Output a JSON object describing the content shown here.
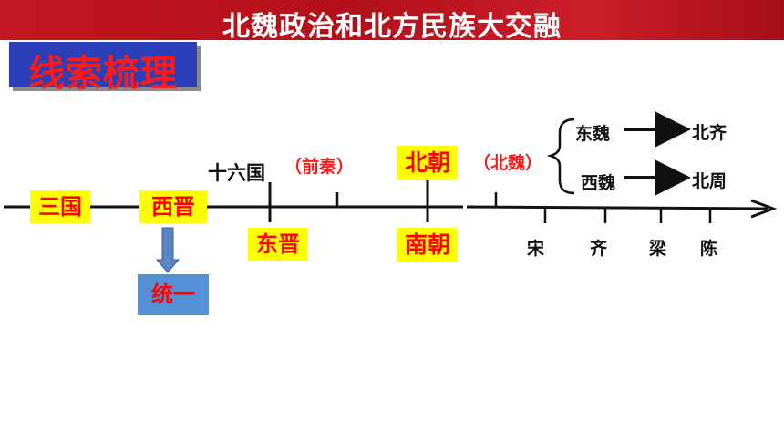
{
  "header": {
    "title": "北魏政治和北方民族大交融"
  },
  "section": {
    "label": "线索梳理"
  },
  "timeline": {
    "sanguo": "三国",
    "xijin": "西晋",
    "tongyi": "统一",
    "shiliuguo": "十六国",
    "qianqin": "（前秦）",
    "dongjin": "东晋",
    "beichao": "北朝",
    "nanchao": "南朝",
    "beiwei": "（北魏）",
    "dongwei": "东魏",
    "beiqi": "北齐",
    "xiwei": "西魏",
    "beizhou": "北周",
    "song": "宋",
    "qi": "齐",
    "liang": "梁",
    "chen": "陈"
  },
  "colors": {
    "header": "#c41622",
    "section_bg": "#2a3fb8",
    "highlight": "#ffff00",
    "red_text": "#ff0000",
    "unify_bg": "#5590d6"
  }
}
